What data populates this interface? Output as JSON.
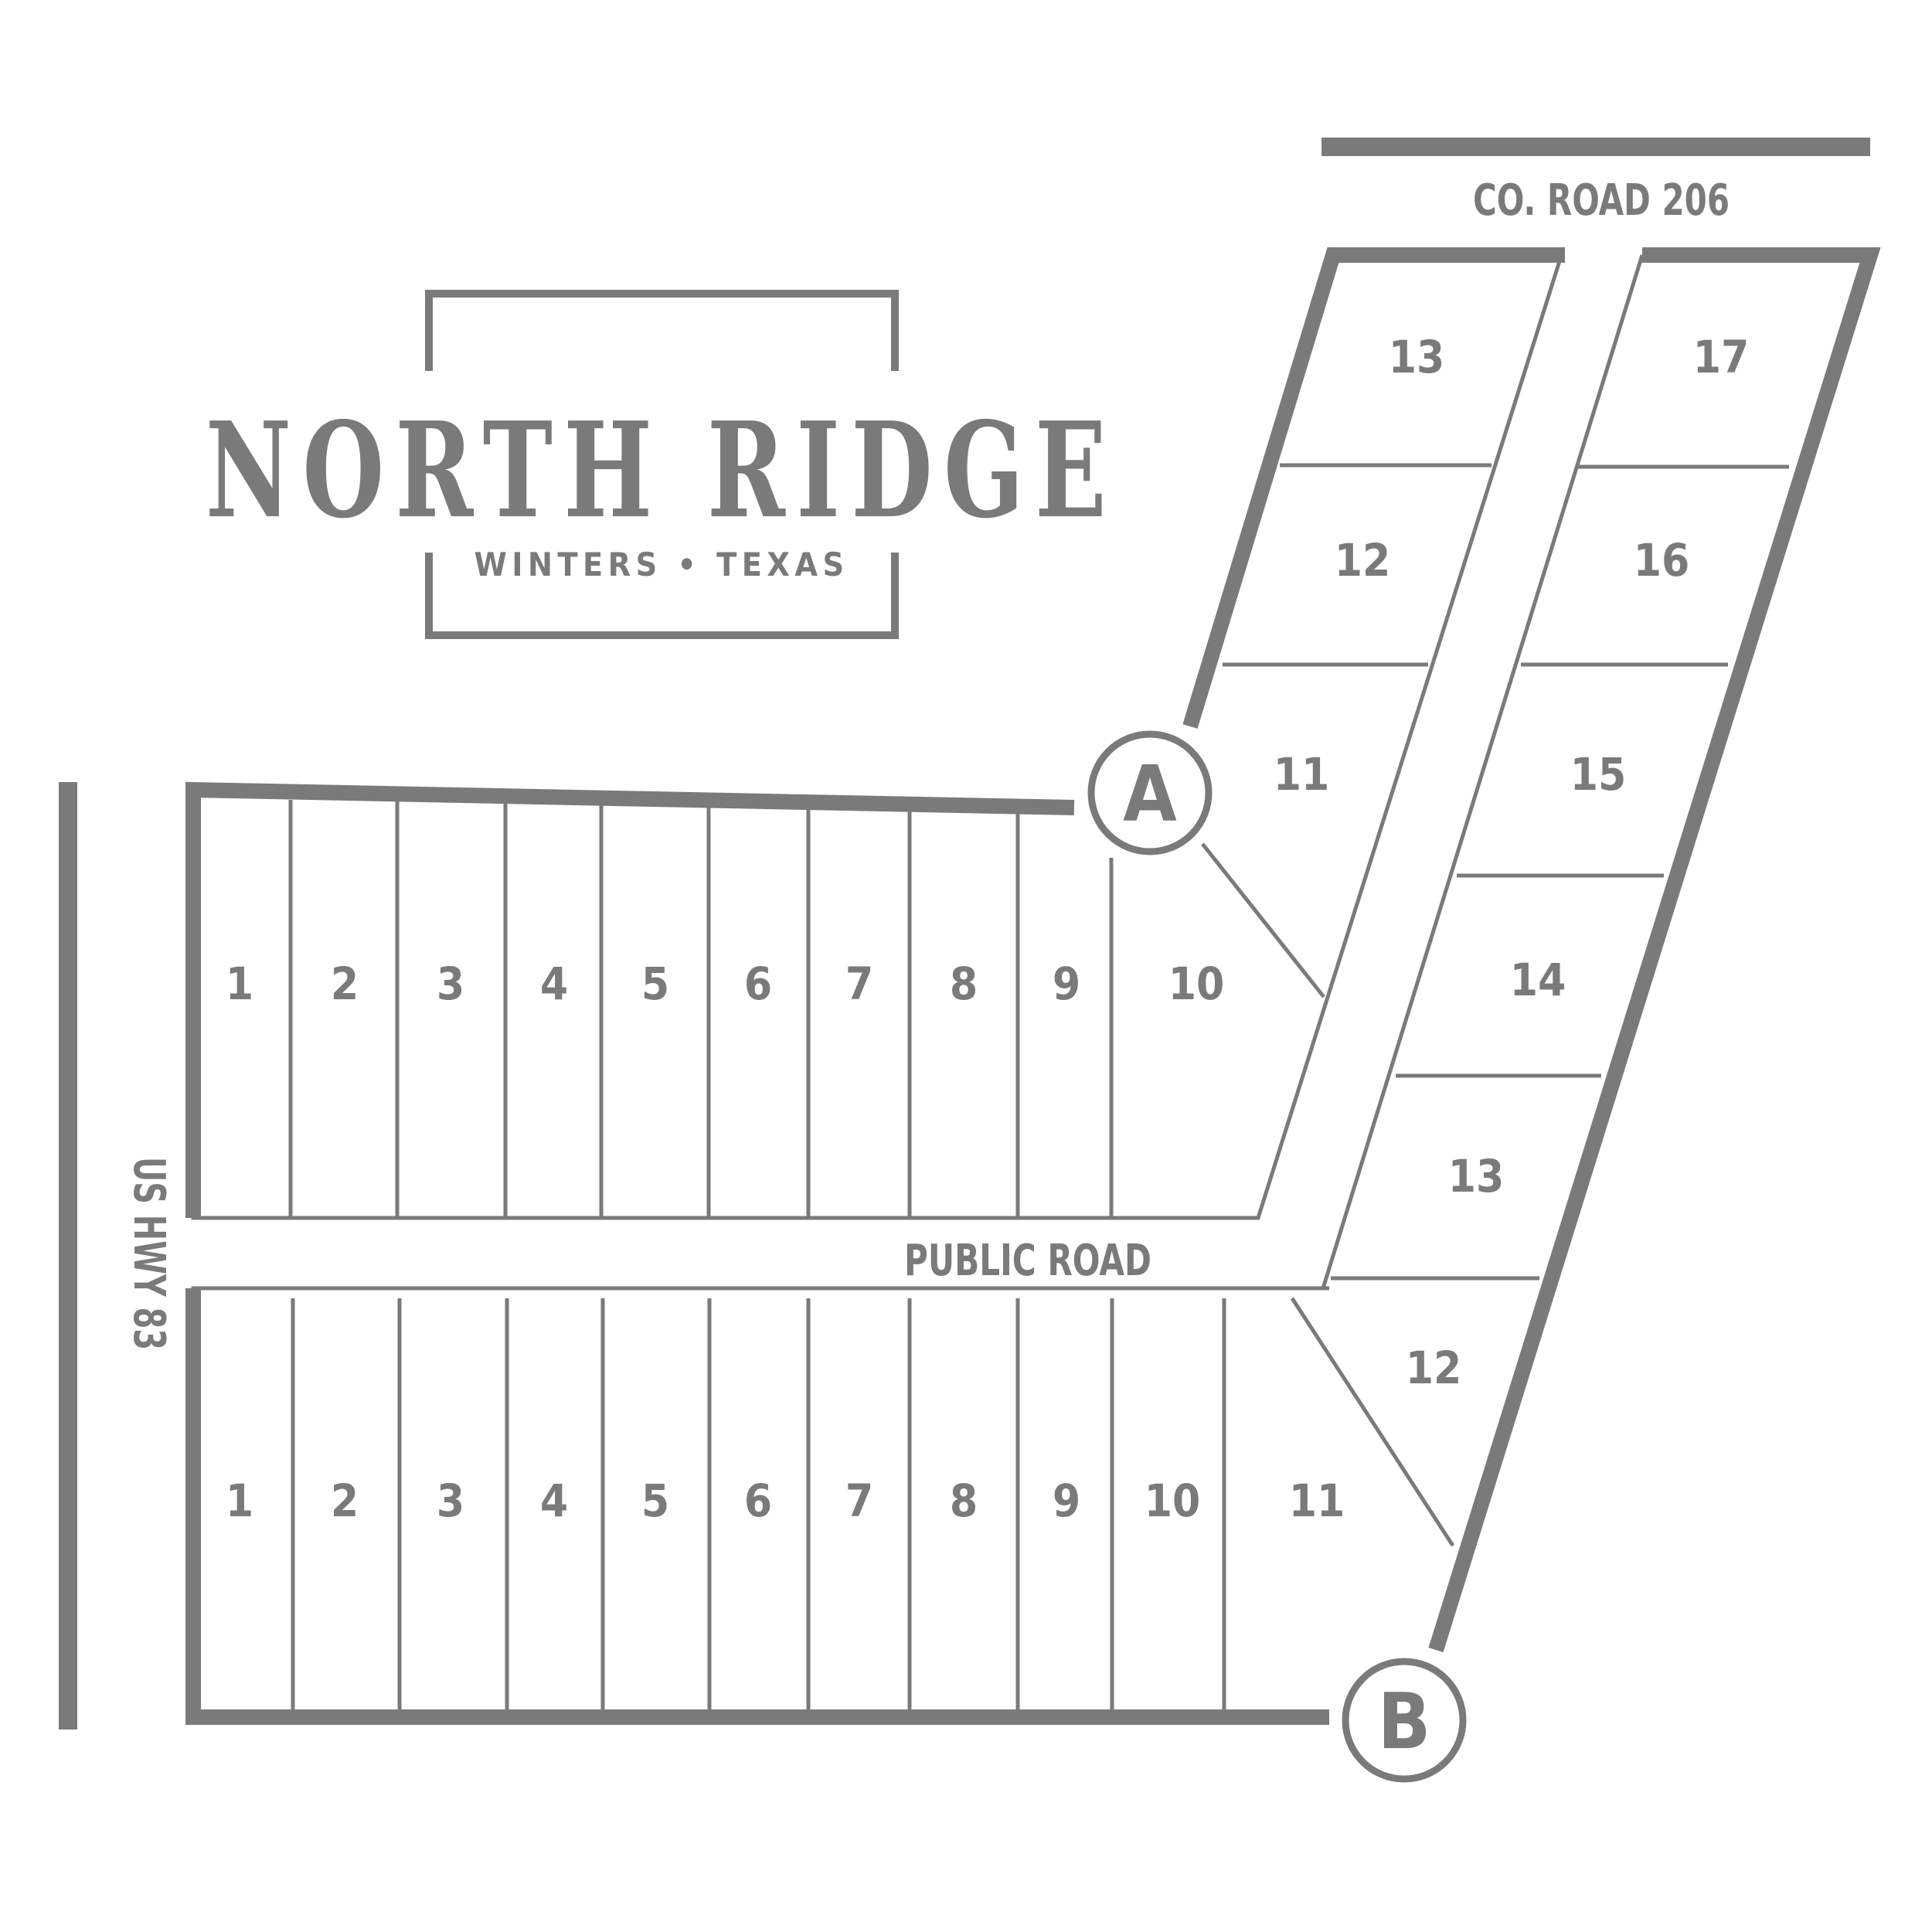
{
  "colors": {
    "ink": "#7a7a7a",
    "background": "#ffffff"
  },
  "logo": {
    "title": "NORTH RIDGE",
    "subtitle": "WINTERS • TEXAS"
  },
  "roads": {
    "county_road": "CO. ROAD 206",
    "public_road": "PUBLIC ROAD",
    "highway": "US HWY 83"
  },
  "markers": {
    "a": "A",
    "b": "B"
  },
  "lots": {
    "north_row": [
      "1",
      "2",
      "3",
      "4",
      "5",
      "6",
      "7",
      "8",
      "9",
      "10"
    ],
    "south_row": [
      "1",
      "2",
      "3",
      "4",
      "5",
      "6",
      "7",
      "8",
      "9",
      "10",
      "11"
    ],
    "diagonal_inner": [
      "13",
      "12",
      "11"
    ],
    "diagonal_outer": [
      "17",
      "16",
      "15",
      "14",
      "13",
      "12"
    ]
  }
}
